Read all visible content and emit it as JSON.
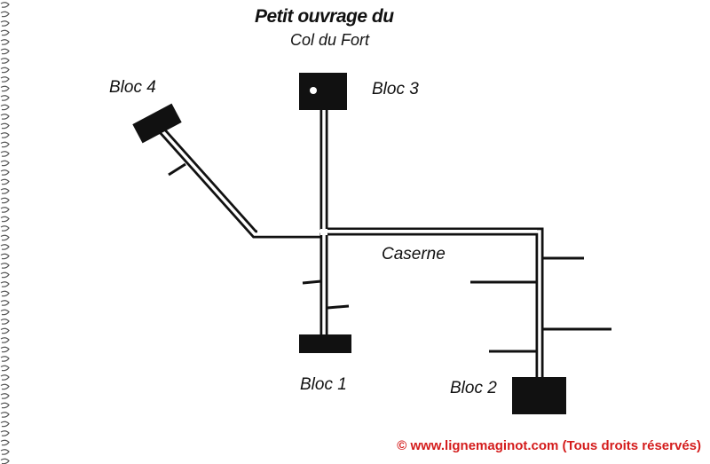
{
  "title": {
    "line1": "Petit ouvrage du",
    "line2": "Col du Fort"
  },
  "blocks": [
    {
      "id": "bloc1",
      "label": "Bloc 1"
    },
    {
      "id": "bloc2",
      "label": "Bloc 2"
    },
    {
      "id": "bloc3",
      "label": "Bloc 3"
    },
    {
      "id": "bloc4",
      "label": "Bloc 4"
    }
  ],
  "caserne_label": "Caserne",
  "copyright": "© www.lignemaginot.com (Tous droits réservés)",
  "colors": {
    "ink": "#111111",
    "copyright": "#d41c1c",
    "binding": "#555555"
  }
}
